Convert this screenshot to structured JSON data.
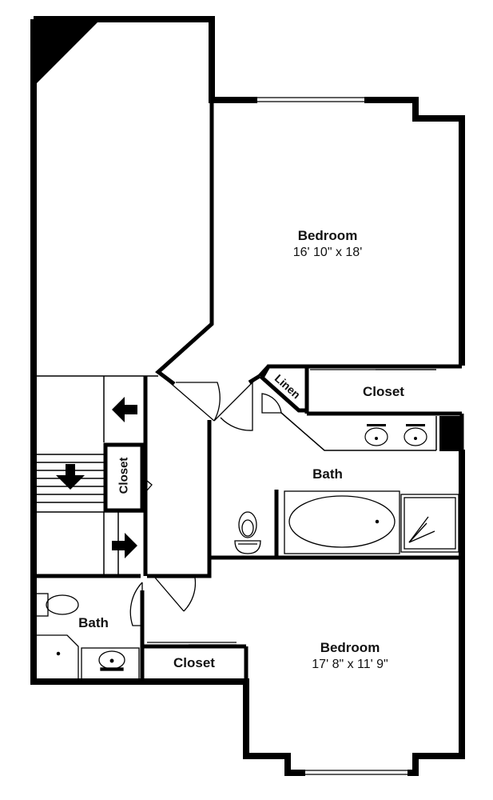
{
  "rooms": {
    "bedroom_top": {
      "name": "Bedroom",
      "dims": "16' 10\" x 18'"
    },
    "bedroom_bottom": {
      "name": "Bedroom",
      "dims": "17' 8\" x 11' 9\""
    },
    "bath_main": {
      "name": "Bath"
    },
    "bath_small": {
      "name": "Bath"
    },
    "closet_top": {
      "name": "Closet"
    },
    "closet_bottom": {
      "name": "Closet"
    },
    "closet_stair": {
      "name": "Closet"
    },
    "linen": {
      "name": "Linen"
    }
  }
}
